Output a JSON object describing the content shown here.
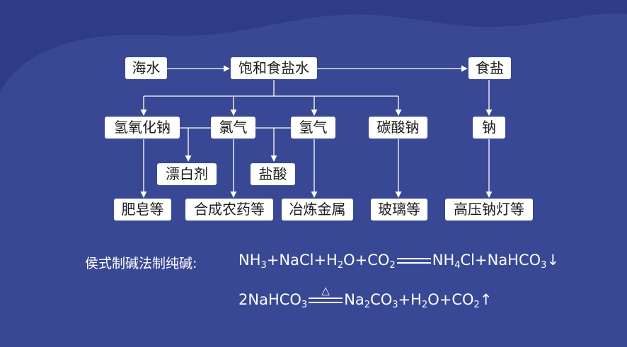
{
  "diagram": {
    "nodes": {
      "seawater": "海水",
      "brine": "饱和食盐水",
      "salt": "食盐",
      "naoh": "氢氧化钠",
      "chlorine": "氯气",
      "hydrogen": "氢气",
      "soda": "碳酸钠",
      "sodium": "钠",
      "bleach": "漂白剂",
      "hcl": "盐酸",
      "soap": "肥皂等",
      "pesticide": "合成农药等",
      "smelting": "冶炼金属",
      "glass": "玻璃等",
      "lamp": "高压钠灯等"
    }
  },
  "equations": {
    "label": "侯式制碱法制纯碱:",
    "eq1": {
      "lhs": [
        "NH",
        "3",
        "+NaCl+H",
        "2",
        "O+CO",
        "2"
      ],
      "rhs": [
        "NH",
        "4",
        "Cl+NaHCO",
        "3",
        "↓"
      ]
    },
    "eq2": {
      "lhs": [
        "2NaHCO",
        "3"
      ],
      "condition": "△",
      "rhs": [
        "Na",
        "2",
        "CO",
        "3",
        "+H",
        "2",
        "O+CO",
        "2",
        "↑"
      ]
    }
  }
}
